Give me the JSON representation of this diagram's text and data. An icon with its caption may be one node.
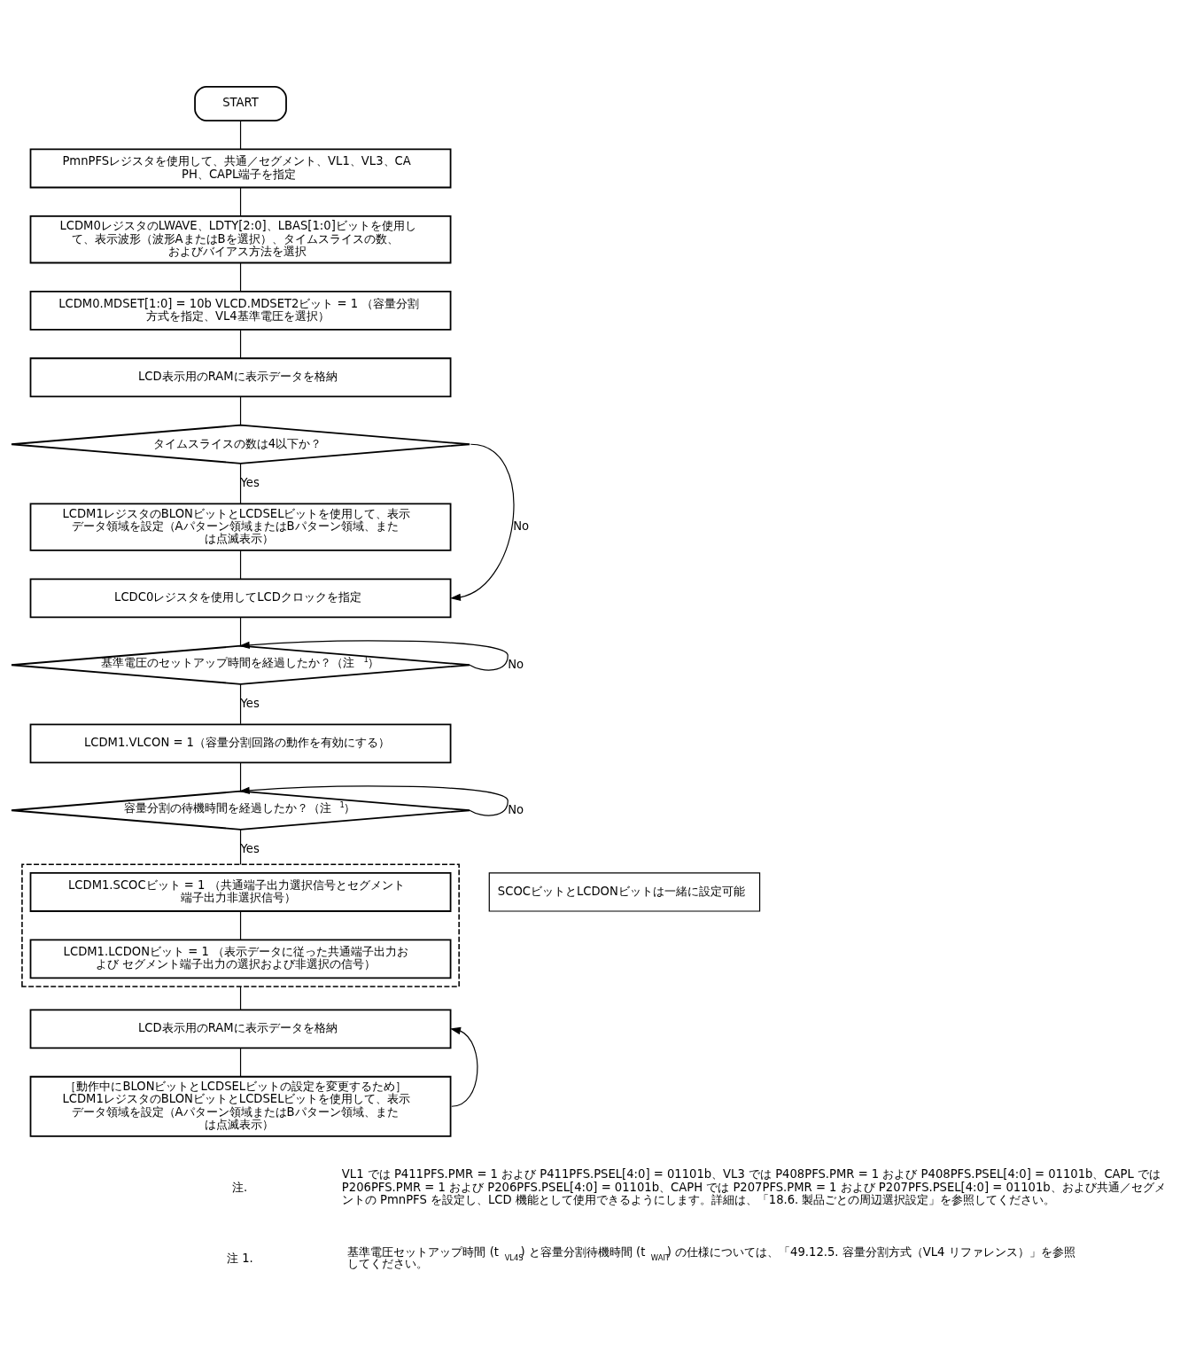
{
  "diagram": {
    "nodes": [
      {
        "text": [
          "START"
        ]
      },
      {
        "text": [
          "PmnPFSレジスタを使用して、共通／セグメント、VL1、VL3、CAPH、CAPL端子を指定"
        ]
      },
      {
        "text": [
          "LCDM0レジスタのLWAVE、LDTY[2:0]、LBAS[1:0]ビットを使用して、表示波形（波形AまたはBを選択）、タイムスライスの数、およびバイアス方法を選択"
        ]
      },
      {
        "text": [
          "LCDM0.MDSET[1:0] = 10b VLCD.MDSET2ビット = 1 （容量分割方式を指定、VL4基準電圧を選択）"
        ]
      },
      {
        "text": [
          "LCD表示用のRAMに表示データを格納"
        ]
      },
      {
        "text": [
          "タイムスライスの数は4以下か？"
        ]
      },
      {
        "text": [
          "LCDM1レジスタのBLONビットとLCDSELビットを使用して、表示データ領域を設定（Aパターン領域またはBパターン領域、または点滅表示）"
        ]
      },
      {
        "text": [
          "LCDC0レジスタを使用してLCDクロックを指定"
        ]
      },
      {
        "text": [
          "基準電圧のセットアップ時間を経過したか？（注$^{1}$）"
        ]
      },
      {
        "text": [
          "LCDM1.VLCON = 1（容量分割回路の動作を有効にする）"
        ]
      },
      {
        "text": [
          "容量分割の待機時間を経過したか？（注$^{1}$）"
        ]
      },
      {
        "text": [],
        "shape": "box"
      },
      {
        "text": [
          "LCDM1.SCOCビット = 1 （共通端子出力選択信号とセグメント端子出力非選択信号）"
        ],
        "in": 11
      },
      {
        "text": [
          "LCDM1.LCDONビット = 1 （表示データに従った共通端子出力および セグメント端子出力の選択および非選択の信号）"
        ],
        "in": 11
      },
      {
        "text": [
          "SCOCビットとLCDONビットは一緒に設定可能"
        ]
      },
      {
        "text": [
          "LCD表示用のRAMに表示データを格納"
        ]
      },
      {
        "text": [
          "［動作中にBLONビットとLCDSELビットの設定を変更するため］LCDM1レジスタのBLONビットとLCDSELビットを使用して、表示データ領域を設定（Aパターン領域またはBパターン領域、または点滅表示）"
        ]
      }
    ],
    "edges": [
      {
        "from": 0,
        "to": 1,
        "arrow": "none"
      },
      {
        "from": 1,
        "to": 2,
        "arrow": "none"
      },
      {
        "from": 2,
        "to": 3,
        "arrow": "none"
      },
      {
        "from": 3,
        "to": 4,
        "arrow": "none"
      },
      {
        "from": 4,
        "to": 5,
        "arrow": "none"
      },
      {
        "from": 5,
        "to": 6,
        "arrow": "none",
        "label": "Yes"
      },
      {
        "from": 5,
        "to": 7,
        "arrow": "to",
        "label": "No"
      },
      {
        "from": 6,
        "to": 7,
        "arrow": "none"
      },
      {
        "from": 7,
        "to": 8,
        "arrow": "none"
      },
      {
        "from": 8,
        "to": 8,
        "arrow": "to",
        "label": "No"
      },
      {
        "from": 8,
        "to": 9,
        "arrow": "none",
        "label": "Yes"
      },
      {
        "from": 9,
        "to": 10,
        "arrow": "none"
      },
      {
        "from": 10,
        "to": 10,
        "arrow": "to",
        "label": "No"
      },
      {
        "from": 10,
        "to": 11,
        "arrow": "none",
        "label": "Yes"
      },
      {
        "from": 12,
        "to": 13,
        "arrow": "none"
      },
      {
        "from": 11,
        "to": 15,
        "arrow": "none"
      },
      {
        "from": 15,
        "to": 16,
        "arrow": "none"
      },
      {
        "from": 16,
        "to": 15,
        "arrow": "to"
      }
    ],
    "labels": [
      "注.",
      "VL1 では P411PFS.PMR = 1 および P411PFS.PSEL[4:0] = 01101b、VL3 では P408PFS.PMR = 1 および P408PFS.PSEL[4:0] = 01101b、CAPL では P206PFS.PMR = 1 および P206PFS.PSEL[4:0] = 01101b、CAPH では P207PFS.PMR = 1 および P207PFS.PSEL[4:0] = 01101b、および共通／セグメントの PmnPFS を設定し、LCD 機能として使用できるようにします。詳細は、「18.6. 製品ごとの周辺選択設定」を参照してください。",
      "注 1.",
      "基準電圧セットアップ時間 (t$_{VL4S}$) と容量分割待機時間 (t$_{WAIT}$) の仕様については、「49.12.5. 容量分割方式（VL4 リファレンス）」を参照してください。"
    ]
  }
}
